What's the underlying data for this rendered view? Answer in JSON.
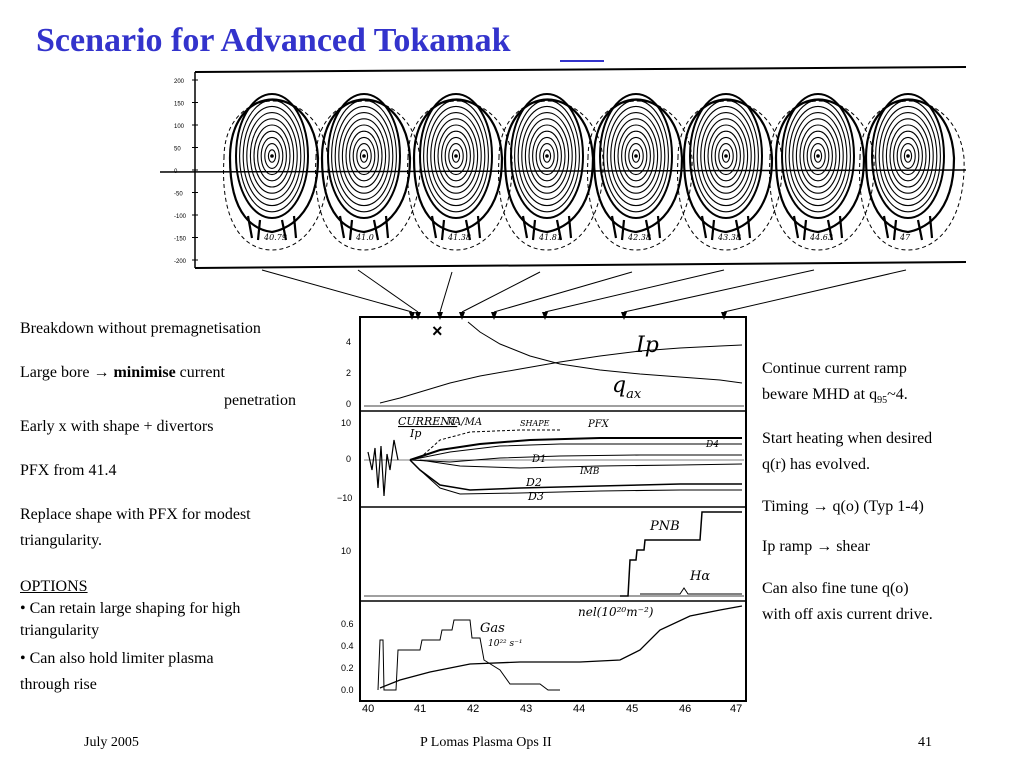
{
  "title": "Scenario for Advanced Tokamak",
  "left": {
    "breakdown": "Breakdown without premagnetisation",
    "large_bore_pre": "Large bore",
    "arrow": "→",
    "minimise": "minimise",
    "large_bore_post": "current",
    "penetration": "penetration",
    "early_x": "Early x with shape + divertors",
    "pfx": "PFX from 41.4",
    "replace_1": "Replace shape with PFX for modest",
    "replace_2": "triangularity.",
    "options": "OPTIONS",
    "opt1_1": "•  Can retain large shaping for high",
    "opt1_2": "triangularity",
    "opt2_1": "•  Can also hold limiter plasma",
    "opt2_2": "through rise"
  },
  "right": {
    "r1_1": "Continue current ramp",
    "r1_2_pre": "beware MHD at q",
    "r1_2_sub": "95",
    "r1_2_post": "~4.",
    "r2_1": "Start heating when desired",
    "r2_2": "q(r) has evolved.",
    "r3_pre": "Timing",
    "r3_post": "q(o) (Typ 1-4)",
    "r4_pre": "Ip ramp",
    "r4_post": "shear",
    "r5_1": "Can also fine tune q(o)",
    "r5_2": "with off axis current drive.",
    "arrow": "→"
  },
  "footer": {
    "date": "July 2005",
    "center": "P Lomas  Plasma Ops II",
    "page": "41"
  },
  "equilibria": {
    "ytick_labels": [
      "200",
      "150",
      "100",
      "50",
      "0",
      "-50",
      "-100",
      "-150",
      "-200"
    ],
    "labels": [
      "40.79",
      "41.0",
      "41.38",
      "41.81",
      "42.38",
      "43.38",
      "44.63",
      "47"
    ]
  },
  "traces": {
    "xtick_labels": [
      "40",
      "41",
      "42",
      "43",
      "44",
      "45",
      "46",
      "47"
    ],
    "panel1": {
      "yticks": [
        "4",
        "2",
        "0"
      ],
      "x_marker": "×",
      "ip_label": "Ip",
      "qax_label": "q",
      "qax_sub": "ax"
    },
    "panel2": {
      "yticks": [
        "10",
        "0",
        "−10"
      ],
      "current_label": "CURRENT",
      "units": "kA/MA",
      "ip": "Ip",
      "shape": "SHAPE",
      "pfx": "PFX",
      "d4": "D4",
      "d1": "D1",
      "d2": "D2",
      "d3": "D3",
      "imb": "IMB"
    },
    "panel3": {
      "yticks": [
        "10"
      ],
      "pnb": "PNB",
      "halpha": "Hα"
    },
    "panel4": {
      "yticks": [
        "0.6",
        "0.4",
        "0.2",
        "0.0"
      ],
      "nel": "nel(10²⁰m⁻²)",
      "gas": "Gas",
      "gas_units": "10²² s⁻¹"
    }
  }
}
